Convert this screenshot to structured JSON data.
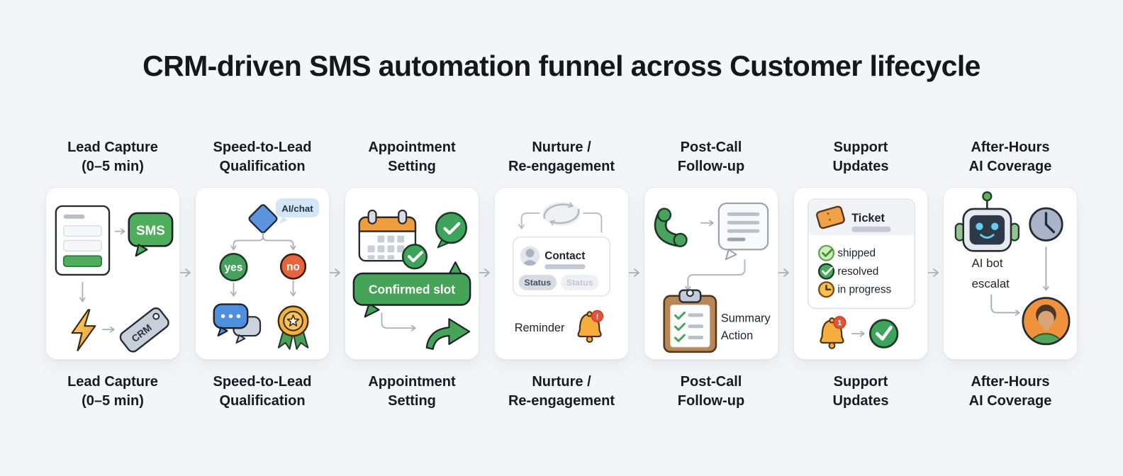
{
  "title": "CRM-driven SMS automation funnel across Customer lifecycle",
  "stages": [
    {
      "line1": "Lead Capture",
      "line2": "(0–5 min)"
    },
    {
      "line1": "Speed-to-Lead",
      "line2": "Qualification"
    },
    {
      "line1": "Appointment",
      "line2": "Setting"
    },
    {
      "line1": "Nurture /",
      "line2": "Re-engagement"
    },
    {
      "line1": "Post-Call",
      "line2": "Follow-up"
    },
    {
      "line1": "Support",
      "line2": "Updates"
    },
    {
      "line1": "After-Hours",
      "line2": "AI Coverage"
    }
  ],
  "cards": {
    "lead_capture": {
      "sms": "SMS",
      "crm": "CRM"
    },
    "qualification": {
      "ai_chat": "AI/chat",
      "yes": "yes",
      "no": "no"
    },
    "appointment": {
      "confirmed_slot": "Confirmed slot"
    },
    "nurture": {
      "contact": "Contact",
      "status_active": "Status",
      "status_inactive": "Status",
      "reminder": "Reminder",
      "bell_badge": "!"
    },
    "post_call": {
      "summary": "Summary",
      "action": "Action"
    },
    "support": {
      "ticket": "Ticket",
      "shipped": "shipped",
      "resolved": "resolved",
      "in_progress": "in progress",
      "bell_badge": "1"
    },
    "after_hours": {
      "ai_bot": "AI bot",
      "escalat": "escalat"
    }
  },
  "colors": {
    "background": "#f3f5f8",
    "card_bg": "#ffffff",
    "green_accent": "#3fa45b",
    "green_light": "#cdeeb8",
    "orange_accent": "#f09d40",
    "amber_bell": "#f6ad3d",
    "red_no": "#e6653f",
    "red_badge": "#e4533d",
    "blue_diamond": "#5e93dd",
    "blue_chat": "#4e8fe0",
    "blue_bubble_light": "#d3e6f8",
    "gray_arrow": "#a8b0ba",
    "gray_tag": "#c6cfda",
    "brown_clipboard": "#b98757",
    "text_dark": "#171b21"
  },
  "icons": {
    "form-icon": "lead web form",
    "sms-bubble-icon": "green SMS speech bubble",
    "lightning-icon": "instant trigger bolt",
    "crm-tag-icon": "CRM tag",
    "decision-diamond-icon": "branch decision diamond",
    "chat-bubbles-icon": "two-way chat",
    "award-badge-icon": "qualified lead rosette",
    "calendar-icon": "appointment calendar",
    "check-bubble-icon": "confirmation bubble",
    "forward-arrow-icon": "send forward",
    "refresh-cycle-icon": "re-engagement loop",
    "avatar-icon": "contact avatar",
    "bell-icon": "reminder bell",
    "phone-icon": "call handset",
    "message-lines-icon": "summary message",
    "clipboard-icon": "action checklist",
    "ticket-icon": "support ticket",
    "clock-icon": "after-hours clock",
    "robot-icon": "AI bot",
    "person-icon": "human escalation"
  }
}
